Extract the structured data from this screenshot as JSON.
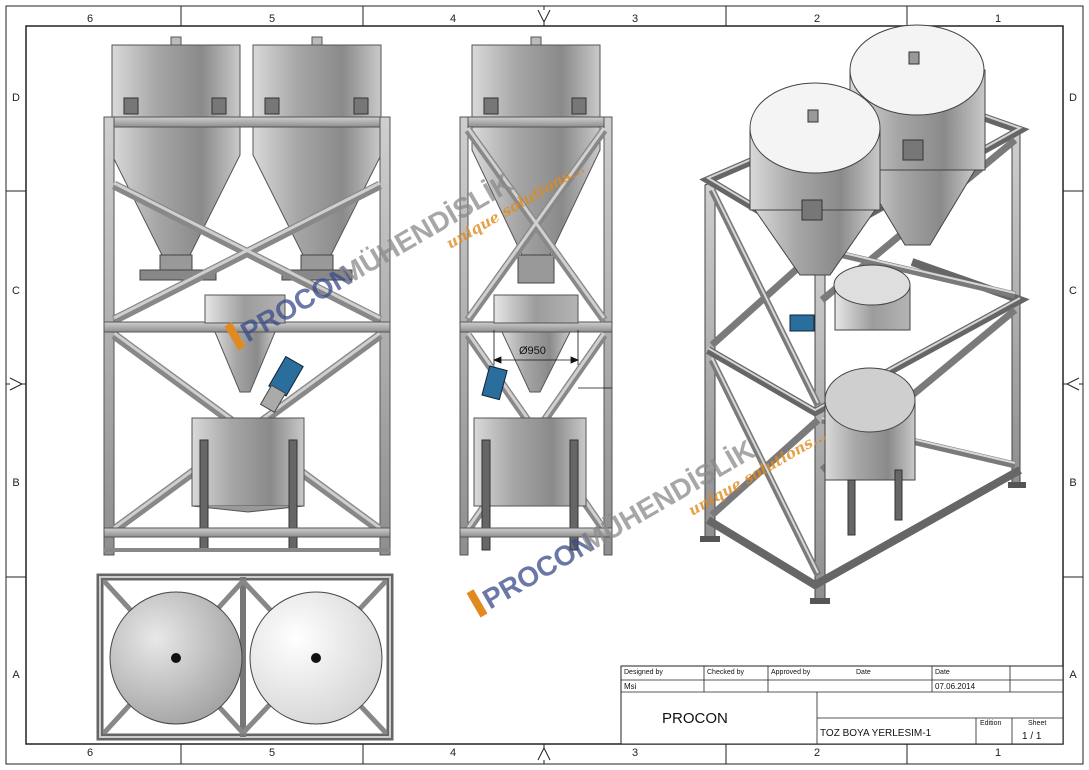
{
  "border": {
    "top_columns": [
      "6",
      "5",
      "4",
      "3",
      "2",
      "1"
    ],
    "bottom_columns": [
      "6",
      "5",
      "4",
      "3",
      "2",
      "1"
    ],
    "left_rows": [
      "D",
      "C",
      "B",
      "A"
    ],
    "right_rows": [
      "D",
      "C",
      "B",
      "A"
    ]
  },
  "dimension": {
    "diameter_label": "Ø950"
  },
  "watermark": {
    "brand": "PROCON",
    "suffix": "MÜHENDİSLİK",
    "tagline": "unique solutions..."
  },
  "title_block": {
    "designed_by_label": "Designed by",
    "designed_by_value": "Msi",
    "checked_by_label": "Checked by",
    "approved_by_label": "Approved by",
    "date_label_1": "Date",
    "date_label_2": "Date",
    "date_value": "07.06.2014",
    "company": "PROCON",
    "drawing_title": "TOZ BOYA YERLESIM-1",
    "edition_label": "Edition",
    "sheet_label": "Sheet",
    "sheet_value": "1 / 1"
  },
  "colors": {
    "frame": "#6f6f6f",
    "frame_light": "#b9b9b9",
    "steel": "#9a9a9a",
    "lid": "#f4f4f4",
    "motor": "#2a6e9e",
    "watermark_dark": "#3a4a8a",
    "watermark_accent": "#e08a20"
  }
}
